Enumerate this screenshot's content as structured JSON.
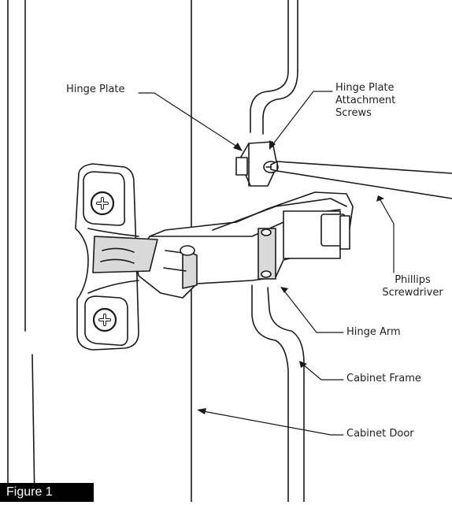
{
  "figure": {
    "tab_label": "Figure 1",
    "line_color": "#1a1a1a",
    "hardware_fill": "#d9d9d9",
    "hardware_dark": "#6e6e6e"
  },
  "callouts": {
    "hinge_plate": "Hinge Plate",
    "attachment_screws": [
      "Hinge Plate",
      "Attachment",
      "Screws"
    ],
    "phillips_screwdriver": [
      "Phillips",
      "Screwdriver"
    ],
    "hinge_arm": "Hinge Arm",
    "cabinet_frame": "Cabinet Frame",
    "cabinet_door": "Cabinet Door"
  }
}
